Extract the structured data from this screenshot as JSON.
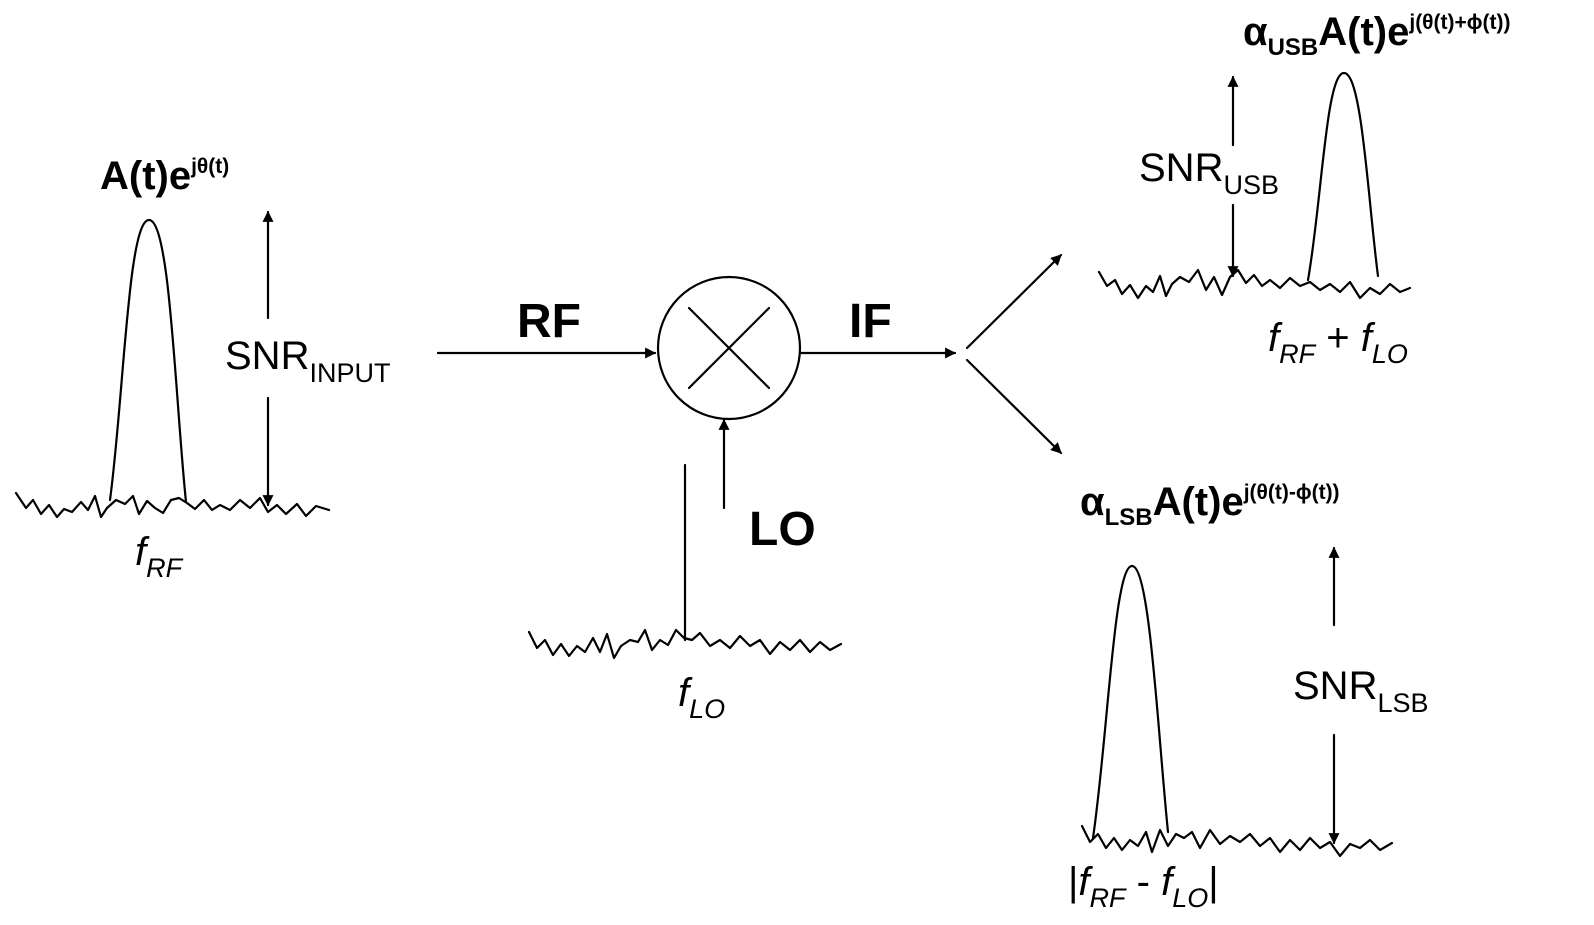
{
  "input": {
    "signal_base": "A(t)e",
    "signal_exp": "jθ(t)",
    "snr_main": "SNR",
    "snr_sub": "INPUT",
    "freq_f": "f",
    "freq_sub": "RF"
  },
  "mixer": {
    "rf_label": "RF",
    "if_label": "IF",
    "lo_label": "LO",
    "lo_freq_f": "f",
    "lo_freq_sub": "LO"
  },
  "usb": {
    "alpha": "α",
    "alpha_sub": "USB",
    "signal_base": "A(t)e",
    "signal_exp": "j(θ(t)+ϕ(t))",
    "snr_main": "SNR",
    "snr_sub": "USB",
    "freq_f1": "f",
    "freq_sub1": "RF",
    "freq_op": " + ",
    "freq_f2": "f",
    "freq_sub2": "LO"
  },
  "lsb": {
    "alpha": "α",
    "alpha_sub": "LSB",
    "signal_base": "A(t)e",
    "signal_exp": "j(θ(t)-ϕ(t))",
    "snr_main": "SNR",
    "snr_sub": "LSB",
    "freq_bar_open": "|",
    "freq_f1": "f",
    "freq_sub1": "RF",
    "freq_op": " - ",
    "freq_f2": "f",
    "freq_sub2": "LO",
    "freq_bar_close": "|"
  }
}
